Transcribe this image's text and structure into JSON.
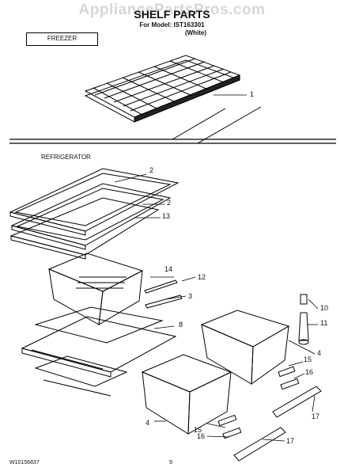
{
  "header": {
    "watermark": "AppliancePartsPros.com",
    "title": "SHELF PARTS",
    "model_line": "For Model: IST163301",
    "color_line": "(White)"
  },
  "sections": {
    "freezer": "FREEZER",
    "refrigerator": "REFRIGERATOR"
  },
  "callouts": [
    "1",
    "2",
    "2",
    "13",
    "14",
    "12",
    "3",
    "8",
    "10",
    "11",
    "4",
    "15",
    "16",
    "17",
    "4",
    "15",
    "16",
    "17"
  ],
  "footer": {
    "doc_number": "W10156837",
    "page_number": "9"
  }
}
